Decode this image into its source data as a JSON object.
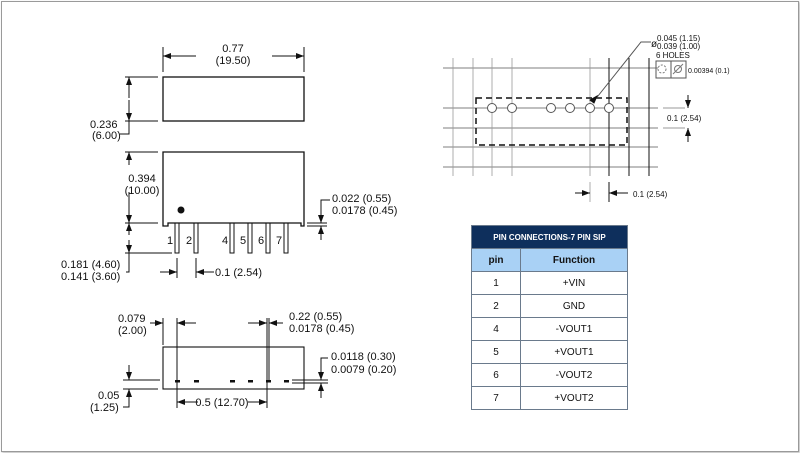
{
  "top_view": {
    "width_in": "0.77",
    "width_mm": "(19.50)",
    "height_in": "0.236",
    "height_mm": "(6.00)"
  },
  "front_view": {
    "height_in": "0.394",
    "height_mm": "(10.00)",
    "pin_len_max": "0.181 (4.60)",
    "pin_len_min": "0.141 (3.60)",
    "pitch": "0.1 (2.54)",
    "pin_w_max": "0.022 (0.55)",
    "pin_w_min": "0.0178 (0.45)",
    "pin_labels": [
      "1",
      "2",
      "4",
      "5",
      "6",
      "7"
    ]
  },
  "bottom_view": {
    "offset_in": "0.079",
    "offset_mm": "(2.00)",
    "pin_w_max": "0.22 (0.55)",
    "pin_w_min": "0.0178 (0.45)",
    "pin_t_max": "0.0118 (0.30)",
    "pin_t_min": "0.0079 (0.20)",
    "standoff_in": "0.05",
    "standoff_mm": "(1.25)",
    "span": "0.5 (12.70)"
  },
  "pcb_layout": {
    "hole_dia_symbol": "ø",
    "hole_max": "0.045 (1.15)",
    "hole_min": "0.039 (1.00)",
    "hole_count": "6 HOLES",
    "tolerance": "0.00394 (0.1)",
    "row_pitch": "0.1 (2.54)",
    "col_pitch": "0.1 (2.54)"
  },
  "pin_table": {
    "title": "PIN CONNECTIONS-7 PIN SIP",
    "headers": [
      "pin",
      "Function"
    ],
    "rows": [
      {
        "pin": "1",
        "function": "+VIN"
      },
      {
        "pin": "2",
        "function": "GND"
      },
      {
        "pin": "4",
        "function": "-VOUT1"
      },
      {
        "pin": "5",
        "function": "+VOUT1"
      },
      {
        "pin": "6",
        "function": "-VOUT2"
      },
      {
        "pin": "7",
        "function": "+VOUT2"
      }
    ],
    "colors": {
      "title_bg": "#0e2f5c",
      "header_bg": "#a9d1f5"
    }
  }
}
